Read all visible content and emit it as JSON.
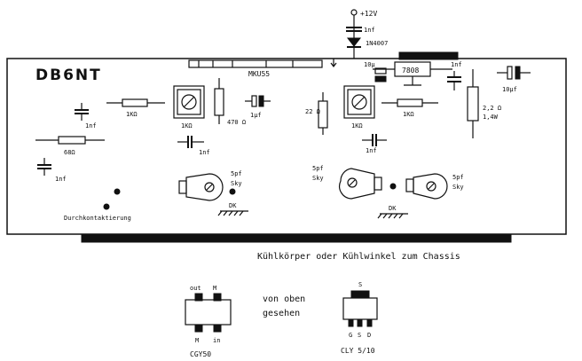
{
  "board": {
    "title": "DB6NT",
    "mmic_label": "MKU55",
    "regulator_label": "7808",
    "diode_label": "1N4007",
    "supply_label": "+12V",
    "via_label": "Durchkontaktierung",
    "dk_label": "DK"
  },
  "components": {
    "cap_1nf": "1nf",
    "cap_10uf": "10µf",
    "cap_1uf": "1µf",
    "cap_10u_reg": "10µ",
    "res_1k": "1KΩ",
    "res_68": "68Ω",
    "res_470": "470 Ω",
    "res_22": "22 Ω",
    "res_2_2": "2,2 Ω",
    "res_2_2_power": "1,4W",
    "trimmer_5pf": "5pf",
    "trimmer_sky": "Sky"
  },
  "notes": {
    "heatsink": "Kühlkörper oder Kühlwinkel zum Chassis",
    "view_line1": "von oben",
    "view_line2": "gesehen"
  },
  "packages": {
    "cgy50": {
      "name": "CGY50",
      "pin_out": "out",
      "pin_m_top": "M",
      "pin_m_bottom": "M",
      "pin_in": "in"
    },
    "cly5": {
      "name": "CLY 5/10",
      "pin_s_top": "S",
      "pin_g": "G",
      "pin_s": "S",
      "pin_d": "D"
    }
  }
}
